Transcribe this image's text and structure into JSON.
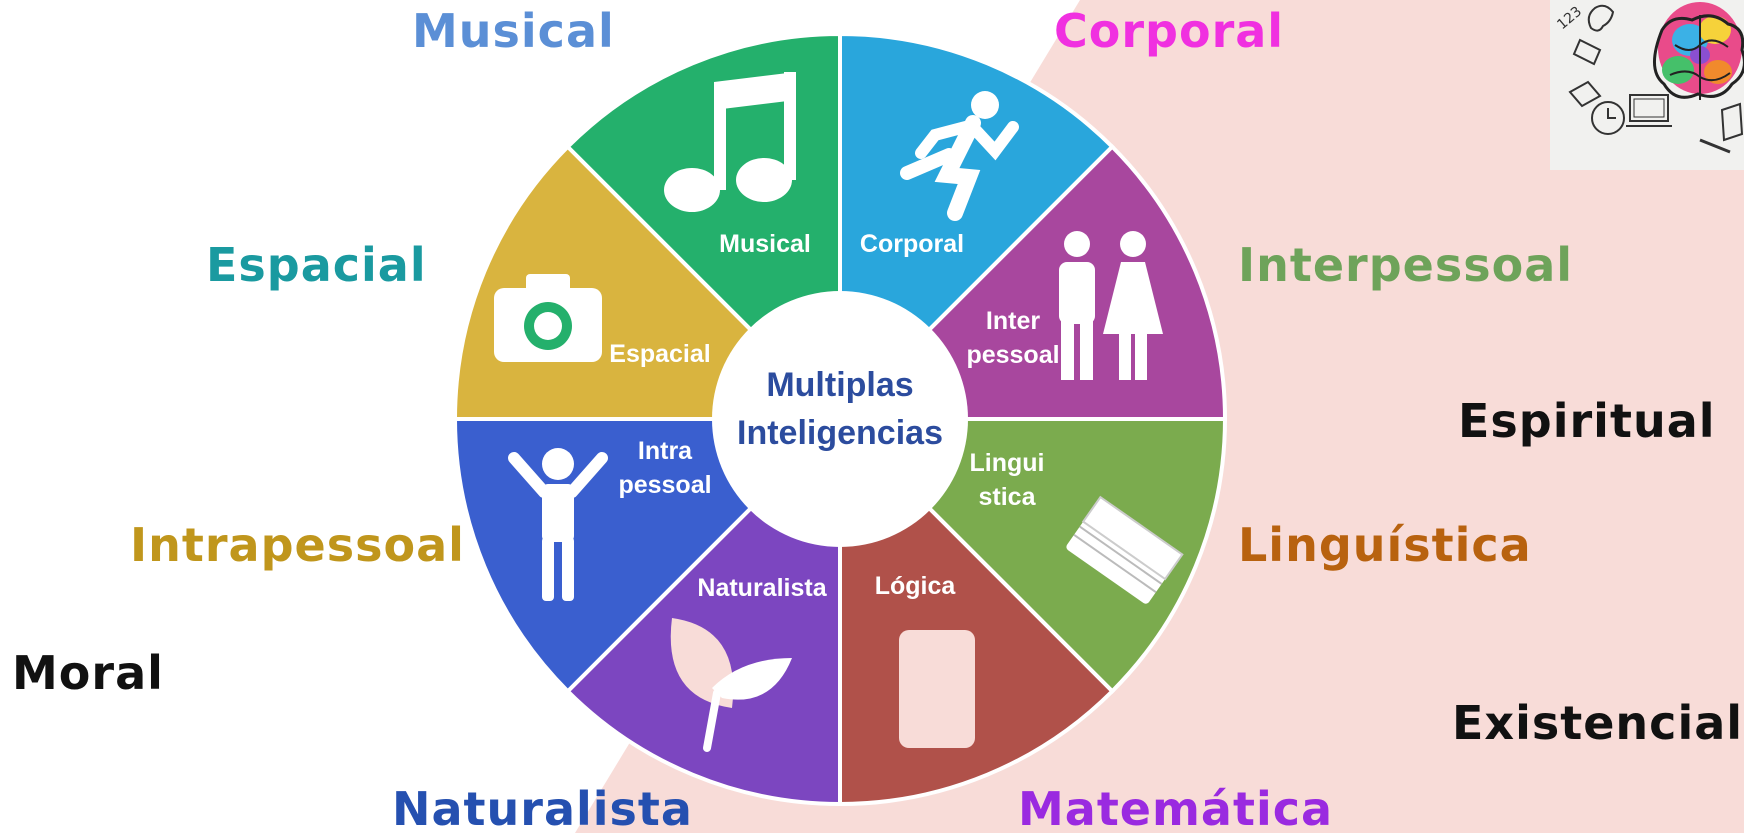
{
  "colors": {
    "background": "#ffffff",
    "pink_band": "#f8dcd8",
    "musical": "#29a6dc",
    "corporal": "#a8479e",
    "interpessoal": "#7bab4e",
    "linguistica": "#b0514a",
    "logica": "#7c46c0",
    "naturalista": "#3a5fcf",
    "intrapessoal": "#d9b43f",
    "espacial": "#24b06c"
  },
  "outer_labels": {
    "musical": "Musical",
    "corporal": "Corporal",
    "espacial": "Espacial",
    "interpessoal": "Interpessoal",
    "espiritual": "Espiritual",
    "intrapessoal": "Intrapessoal",
    "linguistica": "Linguística",
    "moral": "Moral",
    "existencial": "Existencial",
    "naturalista": "Naturalista",
    "matematica": "Matemática"
  },
  "outer_label_colors": {
    "musical": "#5b8fd6",
    "corporal": "#f030e0",
    "espacial": "#1a9aa0",
    "interpessoal": "#6ea35a",
    "espiritual": "#111111",
    "intrapessoal": "#c0961c",
    "linguistica": "#b8620f",
    "moral": "#111111",
    "existencial": "#111111",
    "naturalista": "#2550b0",
    "matematica": "#9a2ae0"
  },
  "wheel": {
    "center_title": [
      "Multiplas",
      "Inteligencias"
    ],
    "segments": [
      {
        "key": "musical",
        "label": [
          "Musical"
        ],
        "icon": "music-note-icon"
      },
      {
        "key": "corporal",
        "label": [
          "Corporal"
        ],
        "icon": "running-person-icon"
      },
      {
        "key": "interpessoal",
        "label": [
          "Inter",
          "pessoal"
        ],
        "icon": "man-woman-icon"
      },
      {
        "key": "linguistica",
        "label": [
          "Lingui",
          "stica"
        ],
        "icon": "book-icon"
      },
      {
        "key": "logica",
        "label": [
          "Lógica"
        ],
        "icon": "tablet-icon"
      },
      {
        "key": "naturalista",
        "label": [
          "Naturalista"
        ],
        "icon": "leaf-icon"
      },
      {
        "key": "intrapessoal",
        "label": [
          "Intra",
          "pessoal"
        ],
        "icon": "person-arms-up-icon"
      },
      {
        "key": "espacial",
        "label": [
          "Espacial"
        ],
        "icon": "camera-icon"
      }
    ]
  },
  "thumbnail": {
    "icon": "brain-doodle-icon"
  }
}
